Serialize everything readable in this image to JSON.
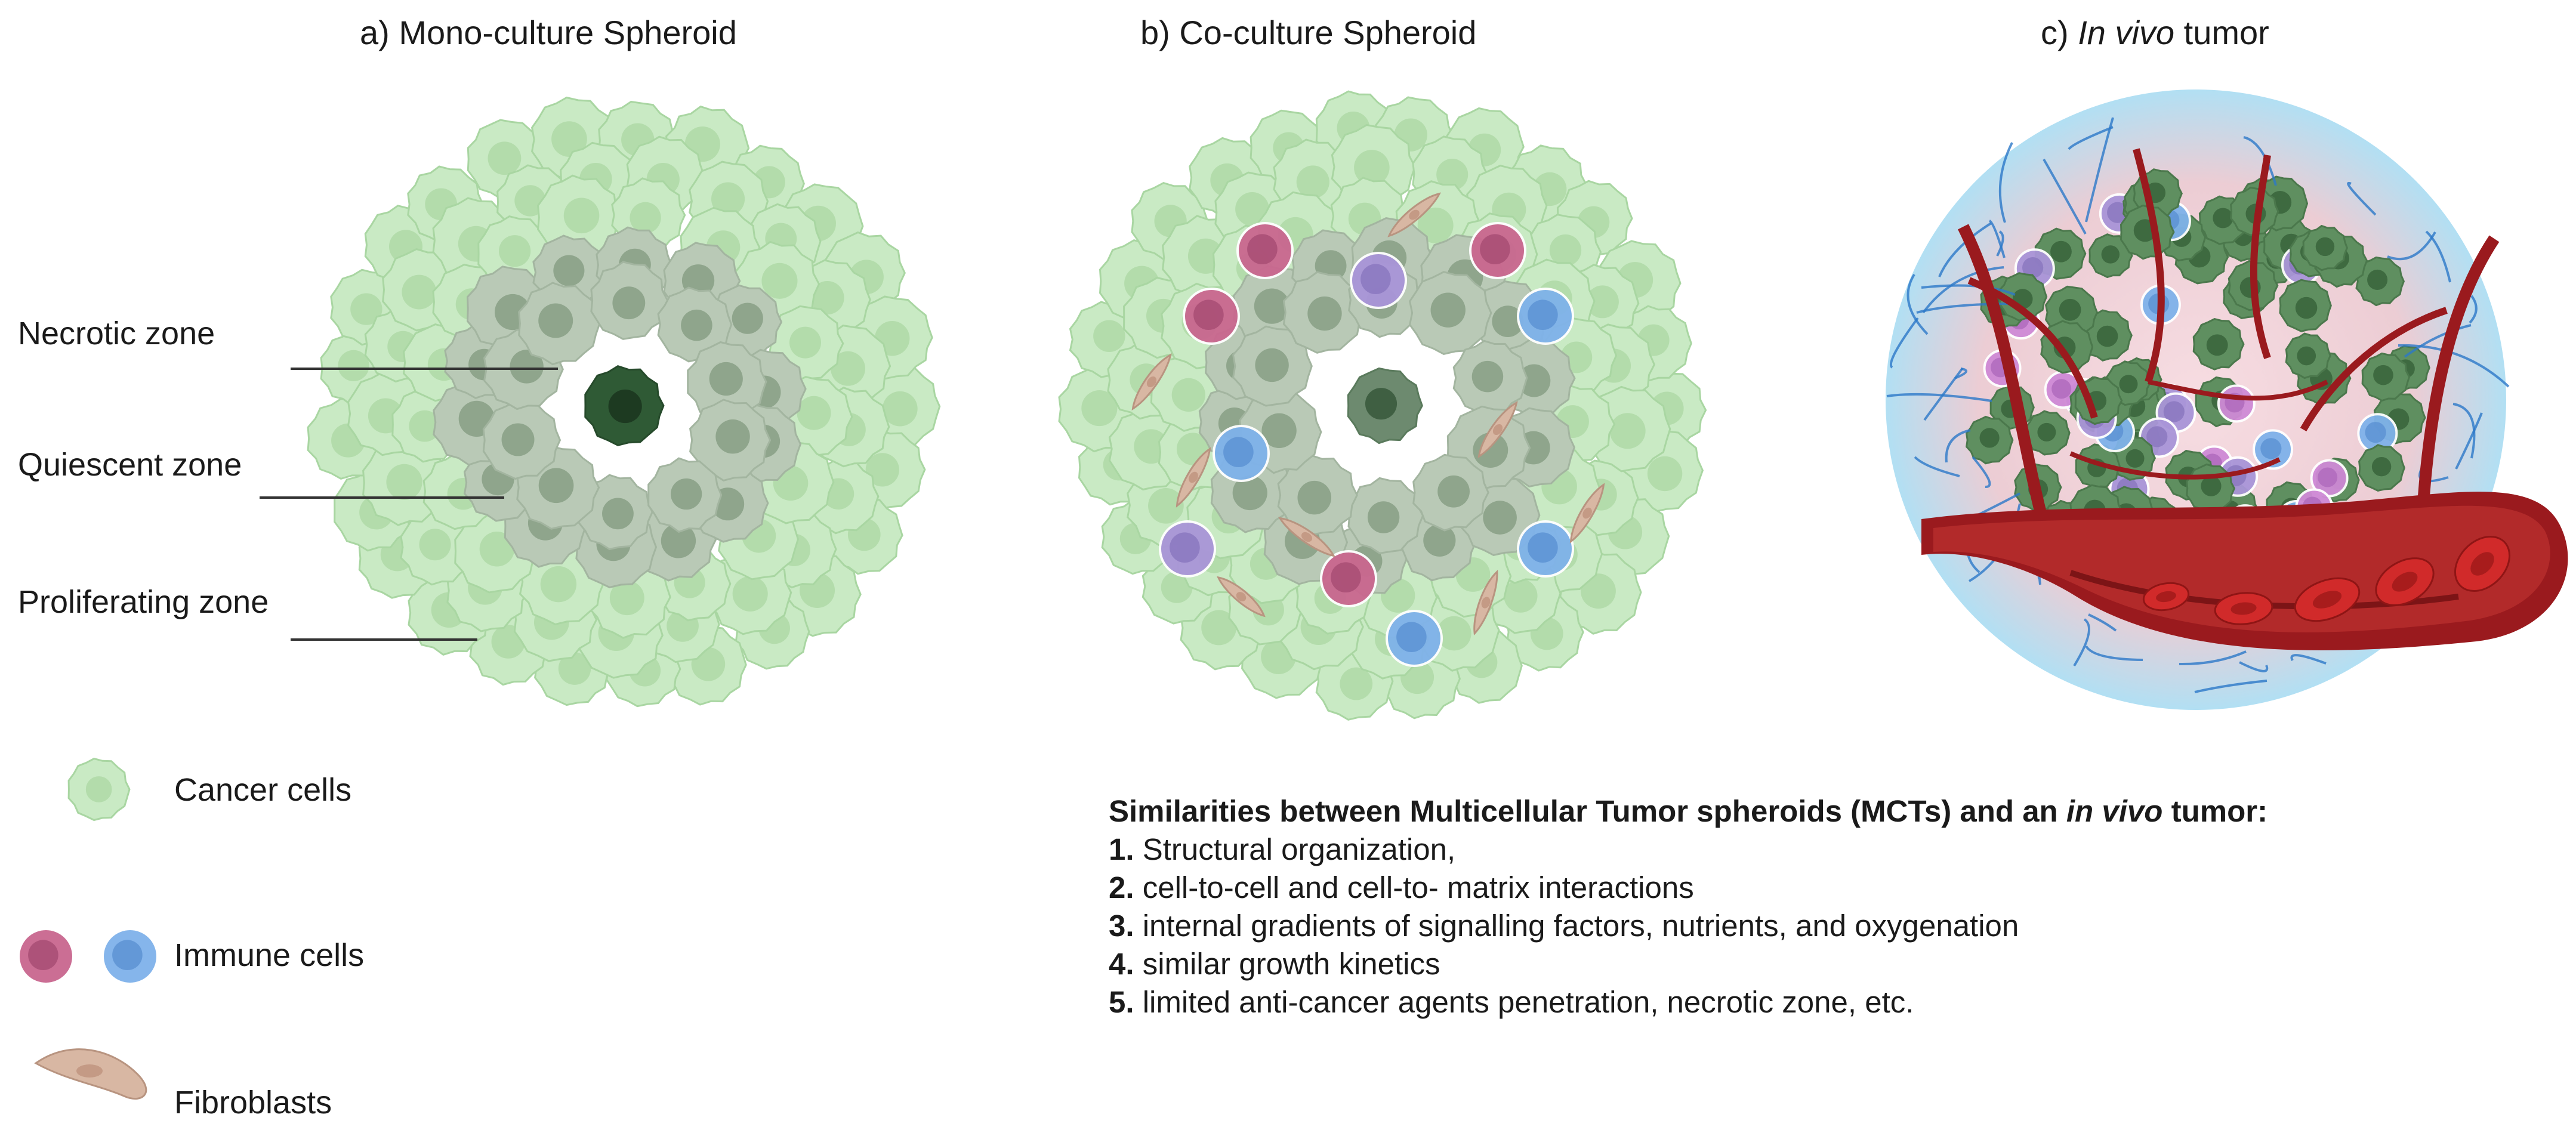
{
  "titles": {
    "a": "a) Mono-culture Spheroid",
    "b": "b) Co-culture Spheroid",
    "c_prefix": "c) ",
    "c_italic": "In vivo",
    "c_suffix": " tumor"
  },
  "zones": {
    "necrotic": "Necrotic zone",
    "quiescent": "Quiescent zone",
    "proliferating": "Proliferating zone"
  },
  "legend": {
    "cancer": "Cancer cells",
    "immune": "Immune cells",
    "fibroblasts": "Fibroblasts"
  },
  "similarities": {
    "heading_prefix": "Similarities between Multicellular Tumor spheroids (MCTs) and an ",
    "heading_italic": "in vivo",
    "heading_suffix": " tumor:",
    "items": [
      {
        "num": "1.",
        "text": " Structural organization,"
      },
      {
        "num": "2.",
        "text": " cell-to-cell and cell-to- matrix interactions"
      },
      {
        "num": "3.",
        "text": " internal gradients of signalling factors, nutrients, and oxygenation"
      },
      {
        "num": "4.",
        "text": " similar growth kinetics"
      },
      {
        "num": "5.",
        "text": " limited anti-cancer agents penetration, necrotic zone, etc."
      }
    ]
  },
  "colors": {
    "proliferating": "#c9eac4",
    "proliferating_edge": "#a9d6a2",
    "quiescent": "#b9c9b6",
    "necrotic": "#2f5a35",
    "immune_pink": "#c9678f",
    "immune_blue": "#7fb2ea",
    "immune_purple": "#a995d8",
    "fibroblast": "#d8b7a3",
    "vessel": "#9a1a1e",
    "vessel_light": "#b22a2a",
    "rbc": "#d12a2a",
    "tumor_halo": "#a9dcf2",
    "capillary": "#2c78c8"
  }
}
